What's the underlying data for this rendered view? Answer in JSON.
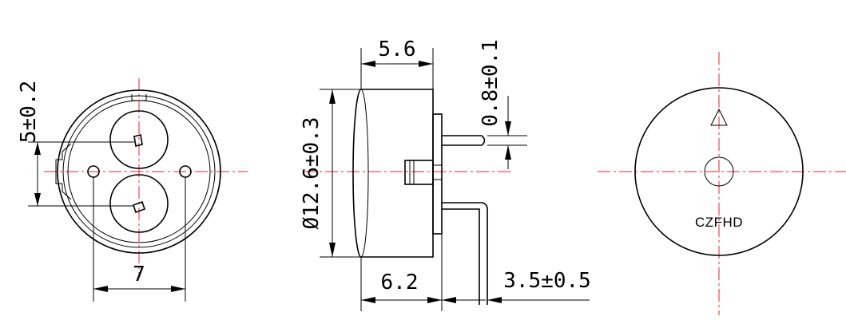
{
  "views": {
    "bottom": {
      "dim_pin_spacing": "7",
      "dim_hole_spacing": "5±0.2"
    },
    "side": {
      "dim_body_height": "5.6",
      "dim_pin_width": "0.8±0.1",
      "dim_diameter": "Ø12.6±0.3",
      "dim_overall_height": "6.2",
      "dim_pin_length": "3.5±0.5"
    },
    "top": {
      "brand_text": "CZFHD"
    }
  },
  "colors": {
    "outline": "#000000",
    "centerline": "#e4262a",
    "background": "#ffffff"
  }
}
